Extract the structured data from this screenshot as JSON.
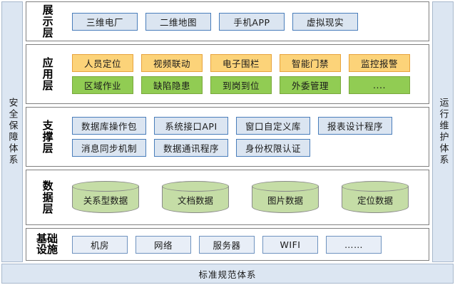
{
  "rails": {
    "left_label": "安全保障体系",
    "right_label": "运行维护体系"
  },
  "bottom": {
    "label": "标准规范体系"
  },
  "colors": {
    "rail_fill": "#dce6f2",
    "rail_border": "#a8b8cc",
    "blue_fill": "#dbe5f1",
    "blue_border": "#4a7ebb",
    "yellow_fill": "#fcd379",
    "yellow_border": "#e8a33d",
    "green_fill": "#91cc53",
    "green_border": "#7aa83c",
    "pale_fill": "#e8eef7",
    "pale_border": "#6f93bf",
    "cylinder_fill": "#c5dda6",
    "cylinder_border": "#8a8a8a",
    "layer_border": "#808080"
  },
  "layers": [
    {
      "key": "presentation",
      "label": "展示层",
      "rows": [
        [
          "三维电厂",
          "二维地图",
          "手机APP",
          "虚拟现实"
        ]
      ]
    },
    {
      "key": "application",
      "label": "应用层",
      "rows": [
        [
          "人员定位",
          "视频联动",
          "电子围栏",
          "智能门禁",
          "监控报警"
        ],
        [
          "区域作业",
          "缺陷隐患",
          "到岗到位",
          "外委管理",
          "...."
        ]
      ]
    },
    {
      "key": "support",
      "label": "支撑层",
      "rows": [
        [
          "数据库操作包",
          "系统接口API",
          "窗口自定义库",
          "报表设计程序"
        ],
        [
          "消息同步机制",
          "数据通讯程序",
          "身份权限认证"
        ]
      ]
    },
    {
      "key": "data",
      "label": "数据层",
      "rows": [
        [
          "关系型数据",
          "文档数据",
          "图片数据",
          "定位数据"
        ]
      ]
    },
    {
      "key": "infrastructure",
      "label": "基础\n设施",
      "rows": [
        [
          "机房",
          "网络",
          "服务器",
          "WIFI",
          "……"
        ]
      ]
    }
  ]
}
